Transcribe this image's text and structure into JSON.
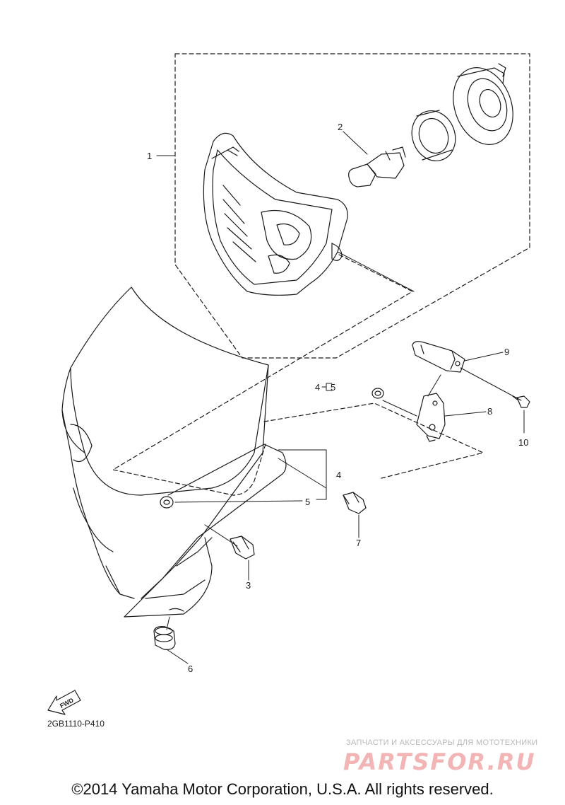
{
  "diagram": {
    "callouts": [
      "1",
      "2",
      "3",
      "4",
      "5",
      "6",
      "7",
      "8",
      "9",
      "10"
    ],
    "bracket_callout_4": "4",
    "bracket_callout_5": "5",
    "fwd_label": "FWD",
    "drawing_code": "2GB1110-P410"
  },
  "watermark": {
    "tagline": "ЗАПЧАСТИ И АКСЕССУАРЫ ДЛЯ МОТОТЕХНИКИ",
    "logo": "PARTSFOR.RU"
  },
  "footer": {
    "copyright": "©2014 Yamaha Motor Corporation, U.S.A. All rights reserved."
  }
}
